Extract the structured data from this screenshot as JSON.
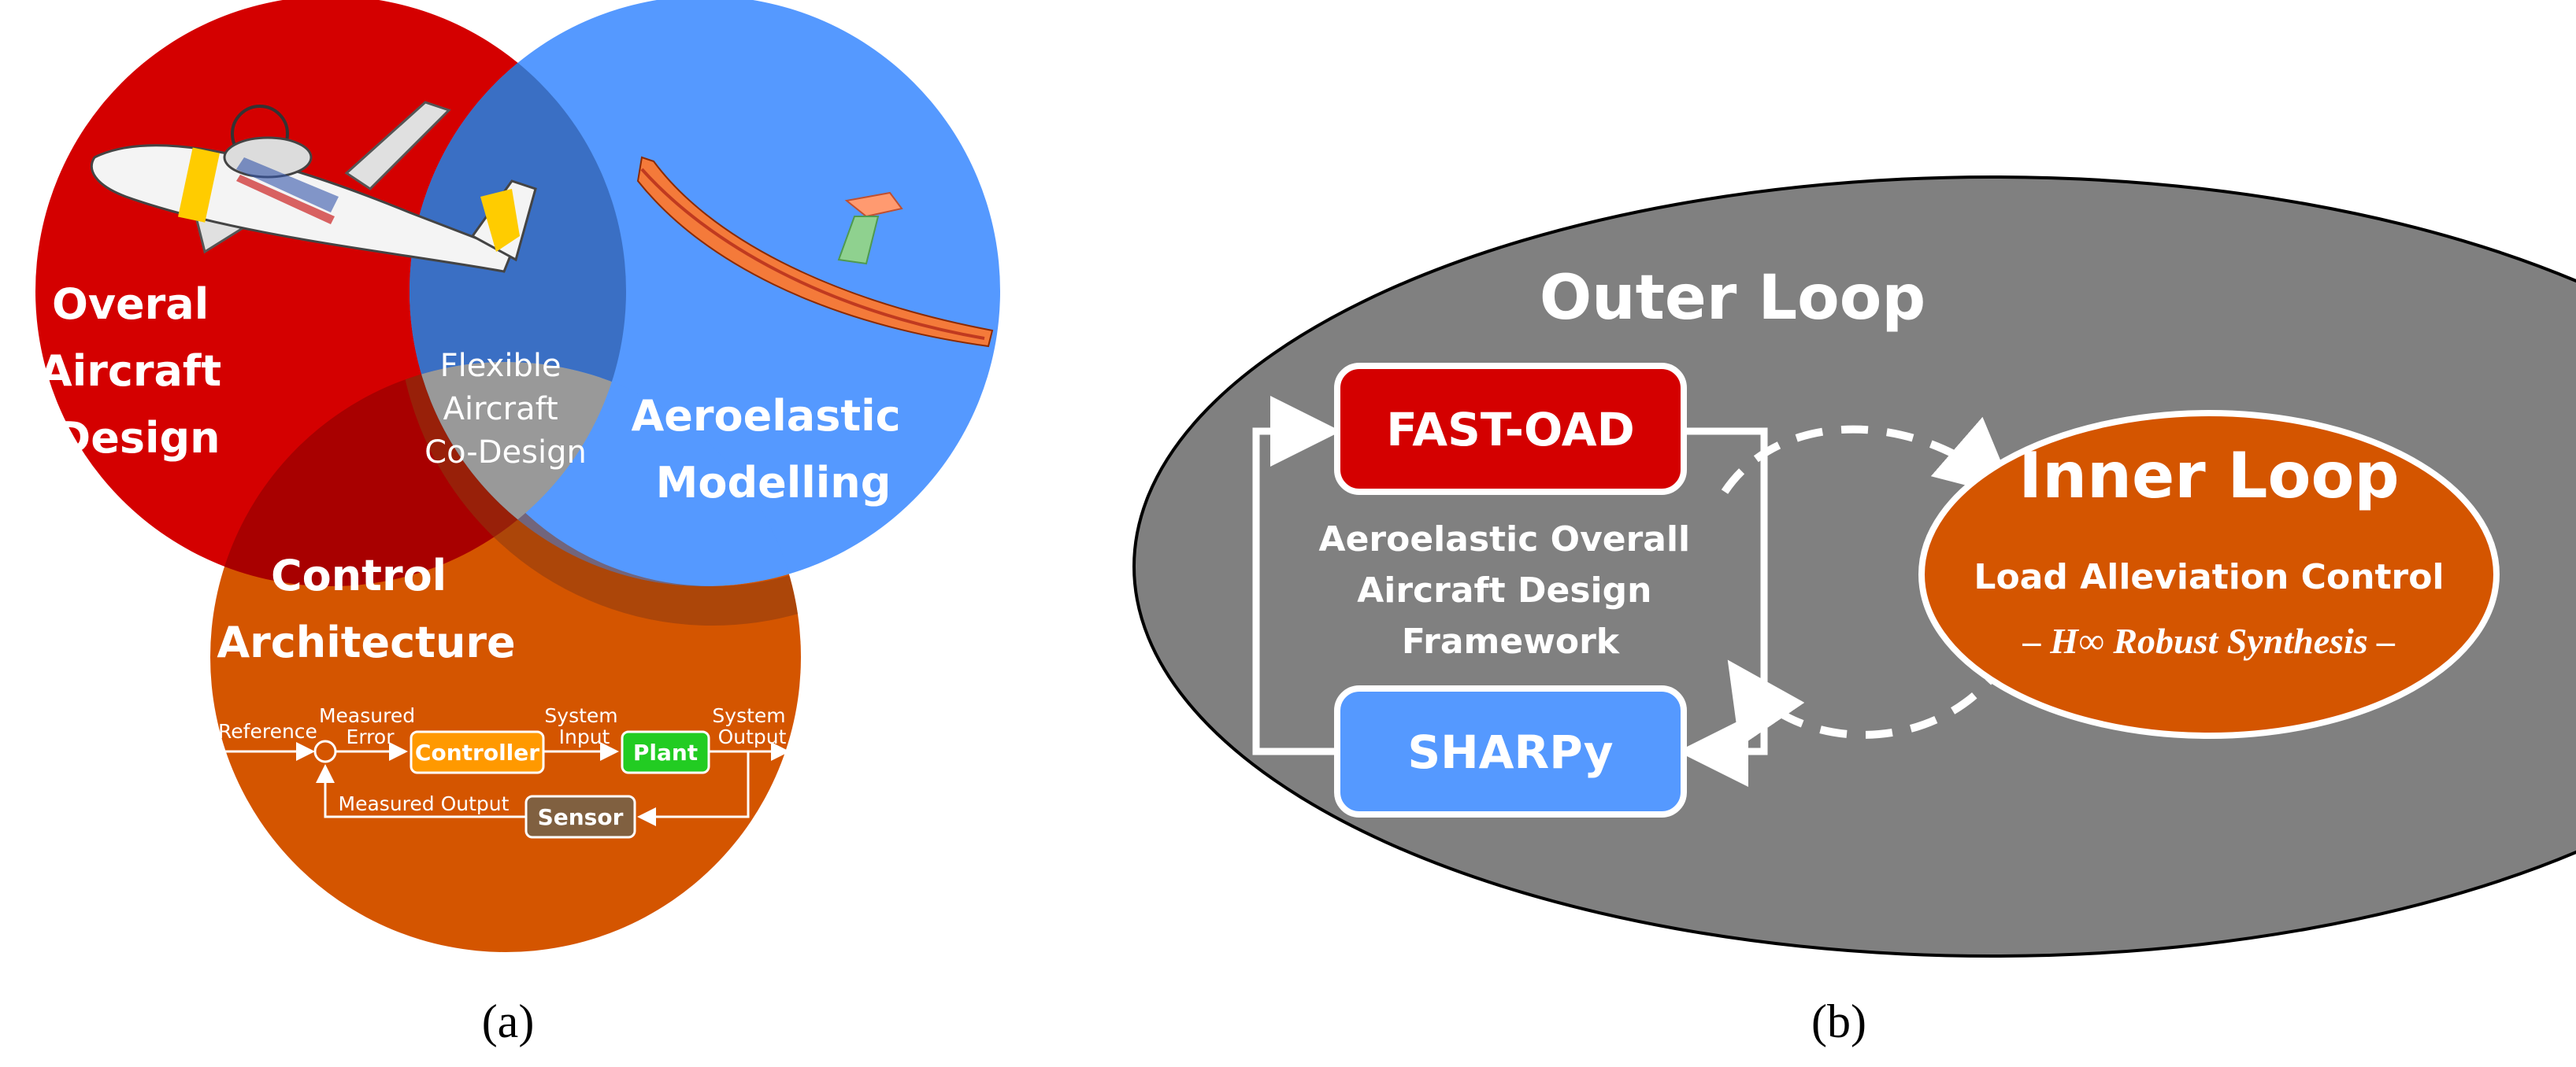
{
  "colors": {
    "red": "#d40000",
    "blue": "#5599ff",
    "orange": "#d45500",
    "gray_overlap": "#999999",
    "dark_ellipse": "#808080",
    "brown": "#806040",
    "controller_orange": "#ff9900",
    "plant_green": "#22cc22",
    "white": "#ffffff"
  },
  "panel_a": {
    "caption": "(a)",
    "red_circle_label": [
      "Overal",
      "Aircraft",
      "Design"
    ],
    "blue_circle_label": [
      "Aeroelastic",
      "Modelling"
    ],
    "orange_circle_label": [
      "Control",
      "Architecture"
    ],
    "overlap_label": [
      "Flexible",
      "Aircraft",
      "Co-Design"
    ],
    "block_diagram": {
      "reference": "Reference",
      "measured_error": [
        "Measured",
        "Error"
      ],
      "controller": "Controller",
      "system_input": [
        "System",
        "Input"
      ],
      "plant": "Plant",
      "system_output": [
        "System",
        "Output"
      ],
      "sensor": "Sensor",
      "measured_output": "Measured Output"
    }
  },
  "panel_b": {
    "caption": "(b)",
    "outer_loop": "Outer Loop",
    "fast_oad": "FAST-OAD",
    "sharpy": "SHARPy",
    "framework": [
      "Aeroelastic Overall",
      "Aircraft Design",
      "Framework"
    ],
    "inner_loop": "Inner Loop",
    "load_alleviation": "Load Alleviation Control",
    "synthesis": "– H∞ Robust Synthesis –"
  }
}
